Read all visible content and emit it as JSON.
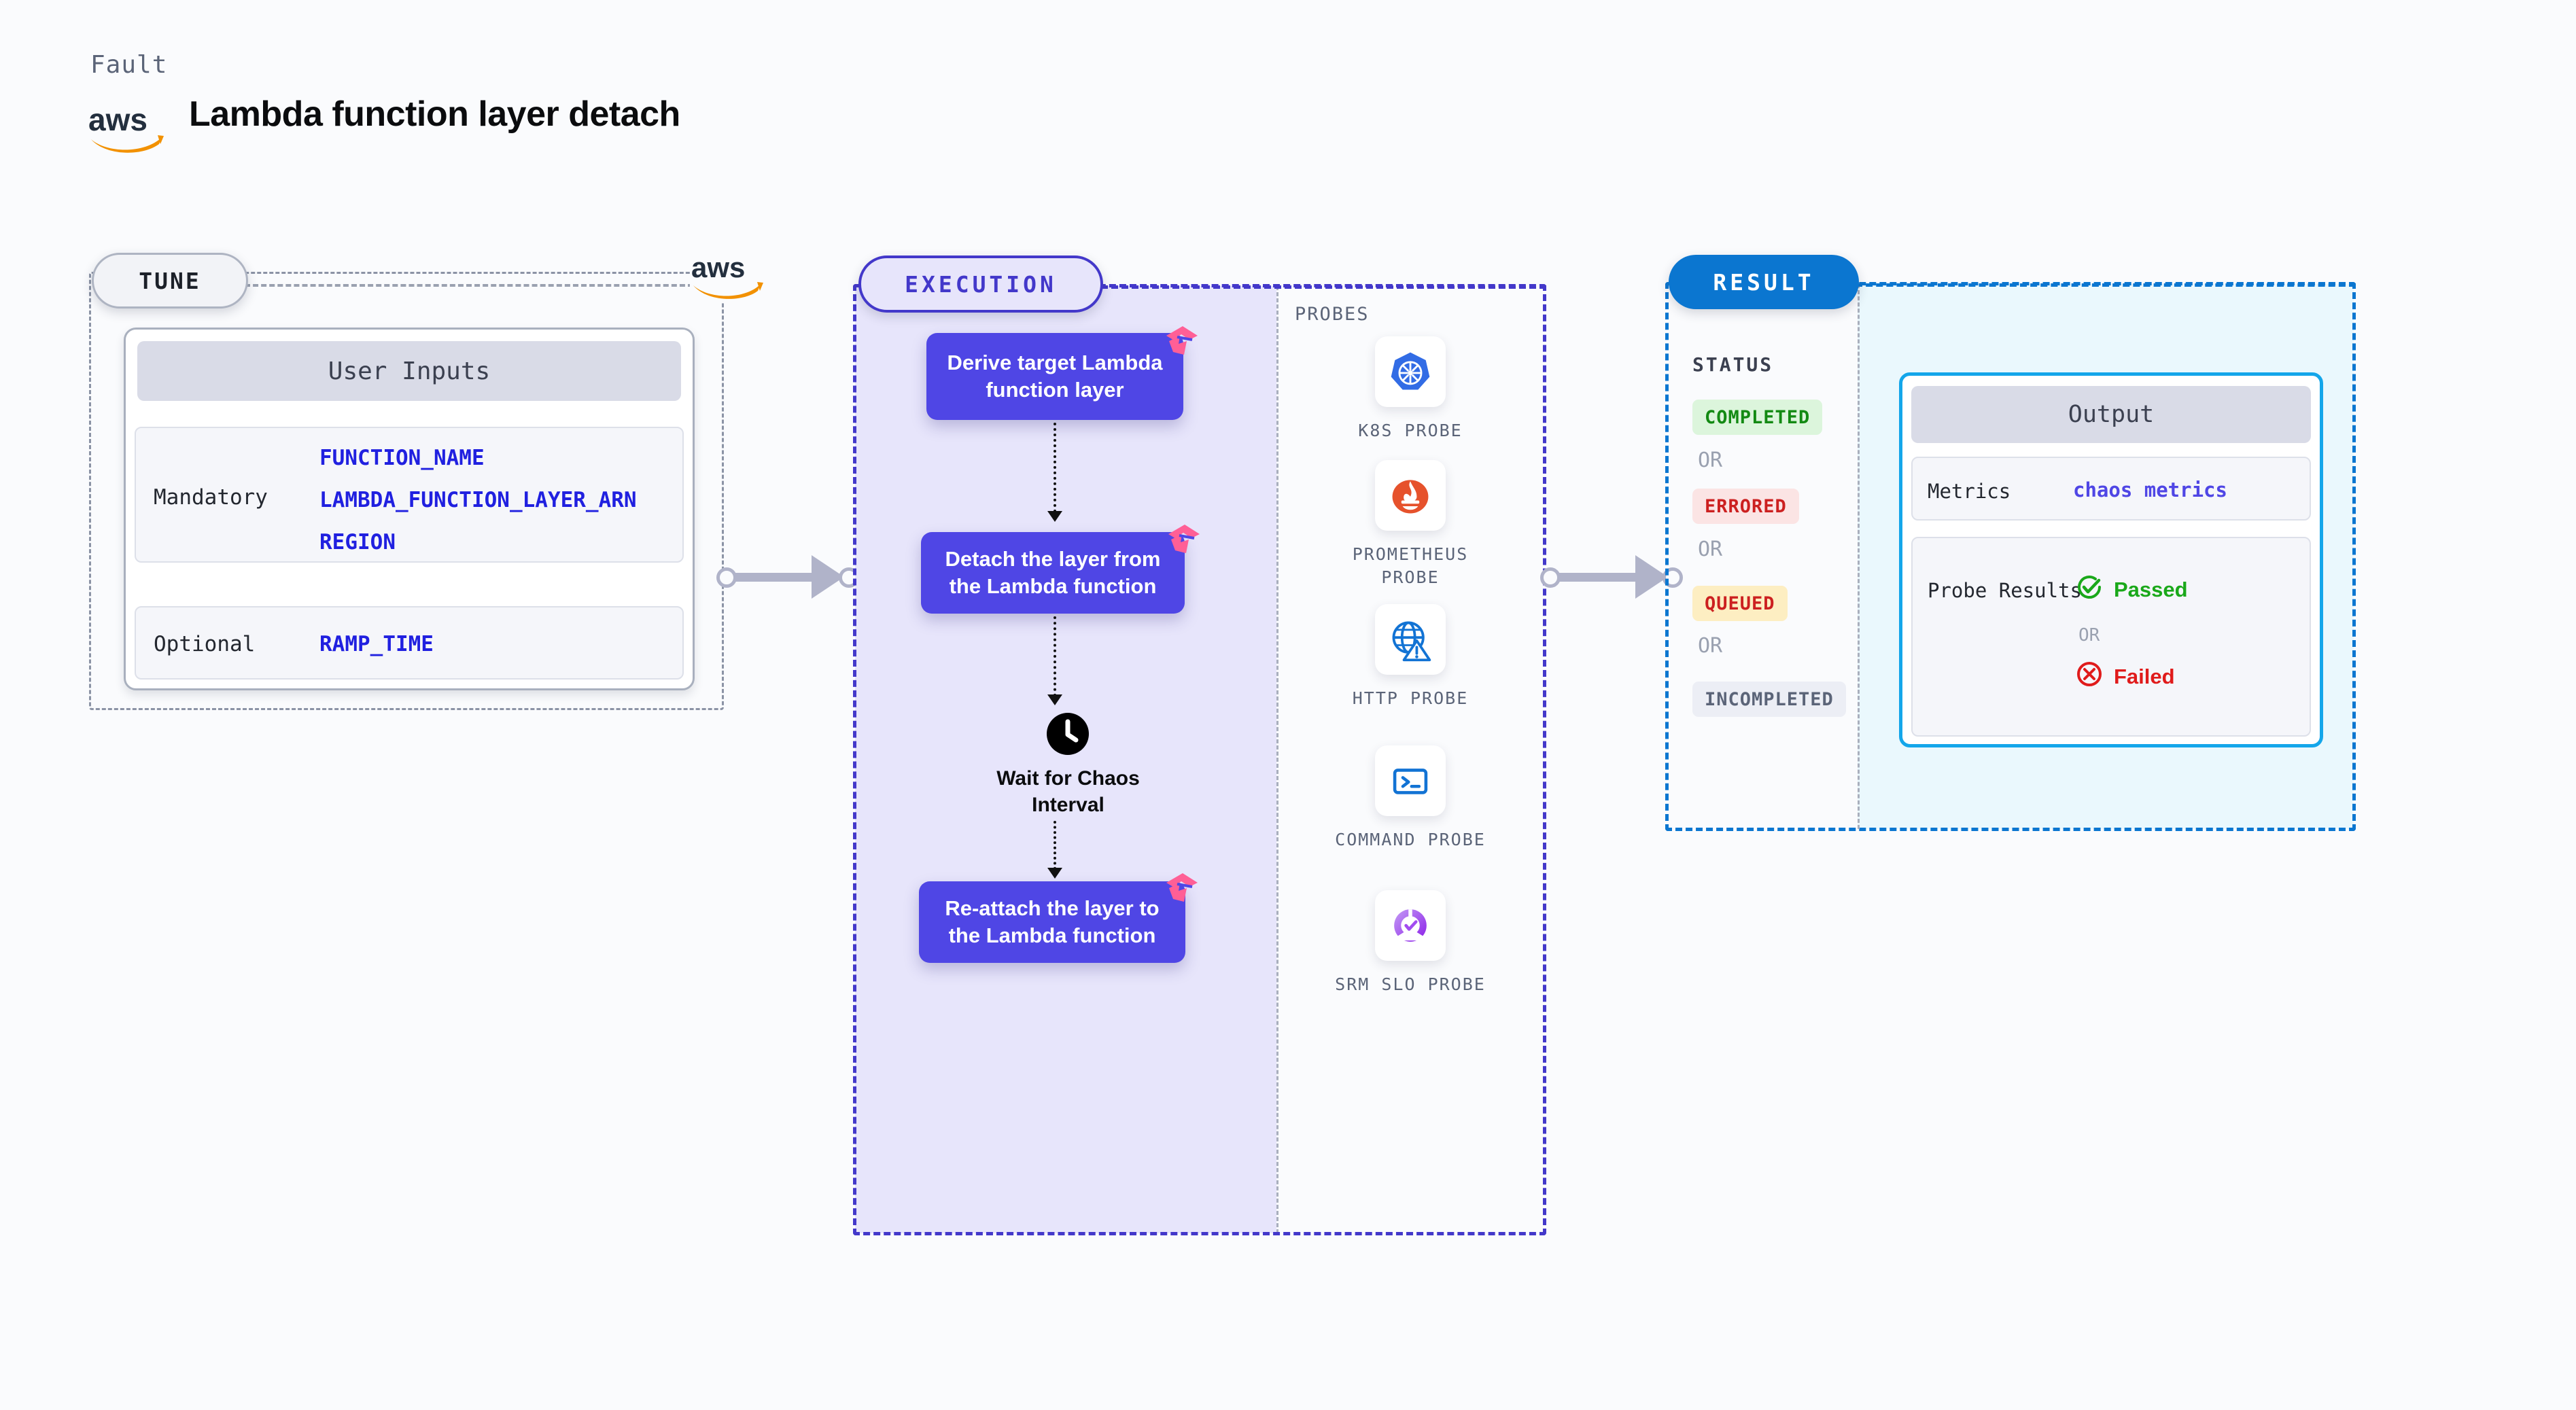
{
  "header": {
    "eyebrow": "Fault",
    "title": "Lambda function layer detach",
    "logo_icon": "aws-logo-icon"
  },
  "tune": {
    "pill_label": "TUNE",
    "aws_icon": "aws-logo-icon",
    "card_title": "User Inputs",
    "mandatory": {
      "label": "Mandatory",
      "values": [
        "FUNCTION_NAME",
        "LAMBDA_FUNCTION_LAYER_ARN",
        "REGION"
      ]
    },
    "optional": {
      "label": "Optional",
      "values": [
        "RAMP_TIME"
      ]
    }
  },
  "execution": {
    "pill_label": "EXECUTION",
    "steps": [
      {
        "label": "Derive target Lambda function layer",
        "badge_icon": "litmus-chaos-icon"
      },
      {
        "label": "Detach the layer from the Lambda function",
        "badge_icon": "litmus-chaos-icon"
      },
      {
        "label": "Re-attach the layer to the Lambda function",
        "badge_icon": "litmus-chaos-icon"
      }
    ],
    "wait": {
      "icon": "clock-icon",
      "label": "Wait for Chaos Interval"
    },
    "probes_label": "PROBES",
    "probes": [
      {
        "name": "K8S PROBE",
        "icon": "kubernetes-icon"
      },
      {
        "name": "PROMETHEUS PROBE",
        "icon": "prometheus-icon"
      },
      {
        "name": "HTTP PROBE",
        "icon": "http-globe-warning-icon"
      },
      {
        "name": "COMMAND PROBE",
        "icon": "terminal-icon"
      },
      {
        "name": "SRM SLO PROBE",
        "icon": "srm-slo-icon"
      }
    ]
  },
  "result": {
    "pill_label": "RESULT",
    "status_label": "STATUS",
    "or_label": "OR",
    "statuses": [
      {
        "label": "COMPLETED",
        "bg": "#dcf5dc",
        "fg": "#138a13"
      },
      {
        "label": "ERRORED",
        "bg": "#fbe4e4",
        "fg": "#cc2020"
      },
      {
        "label": "QUEUED",
        "bg": "#fdeec2",
        "fg": "#cc2020"
      },
      {
        "label": "INCOMPLETED",
        "bg": "#eceef5",
        "fg": "#5b6478"
      }
    ],
    "output": {
      "title": "Output",
      "metrics_label": "Metrics",
      "metrics_value": "chaos metrics",
      "probe_results_label": "Probe Results",
      "passed_label": "Passed",
      "failed_label": "Failed",
      "or_label": "OR",
      "passed_icon": "check-circle-icon",
      "failed_icon": "x-circle-icon"
    }
  },
  "colors": {
    "accent_purple": "#4f46e5",
    "accent_blue": "#0b76d0",
    "aws_orange": "#f29100",
    "litmus_pink": "#ff5f96",
    "pass_green": "#1aa81a",
    "fail_red": "#e01b1b"
  }
}
